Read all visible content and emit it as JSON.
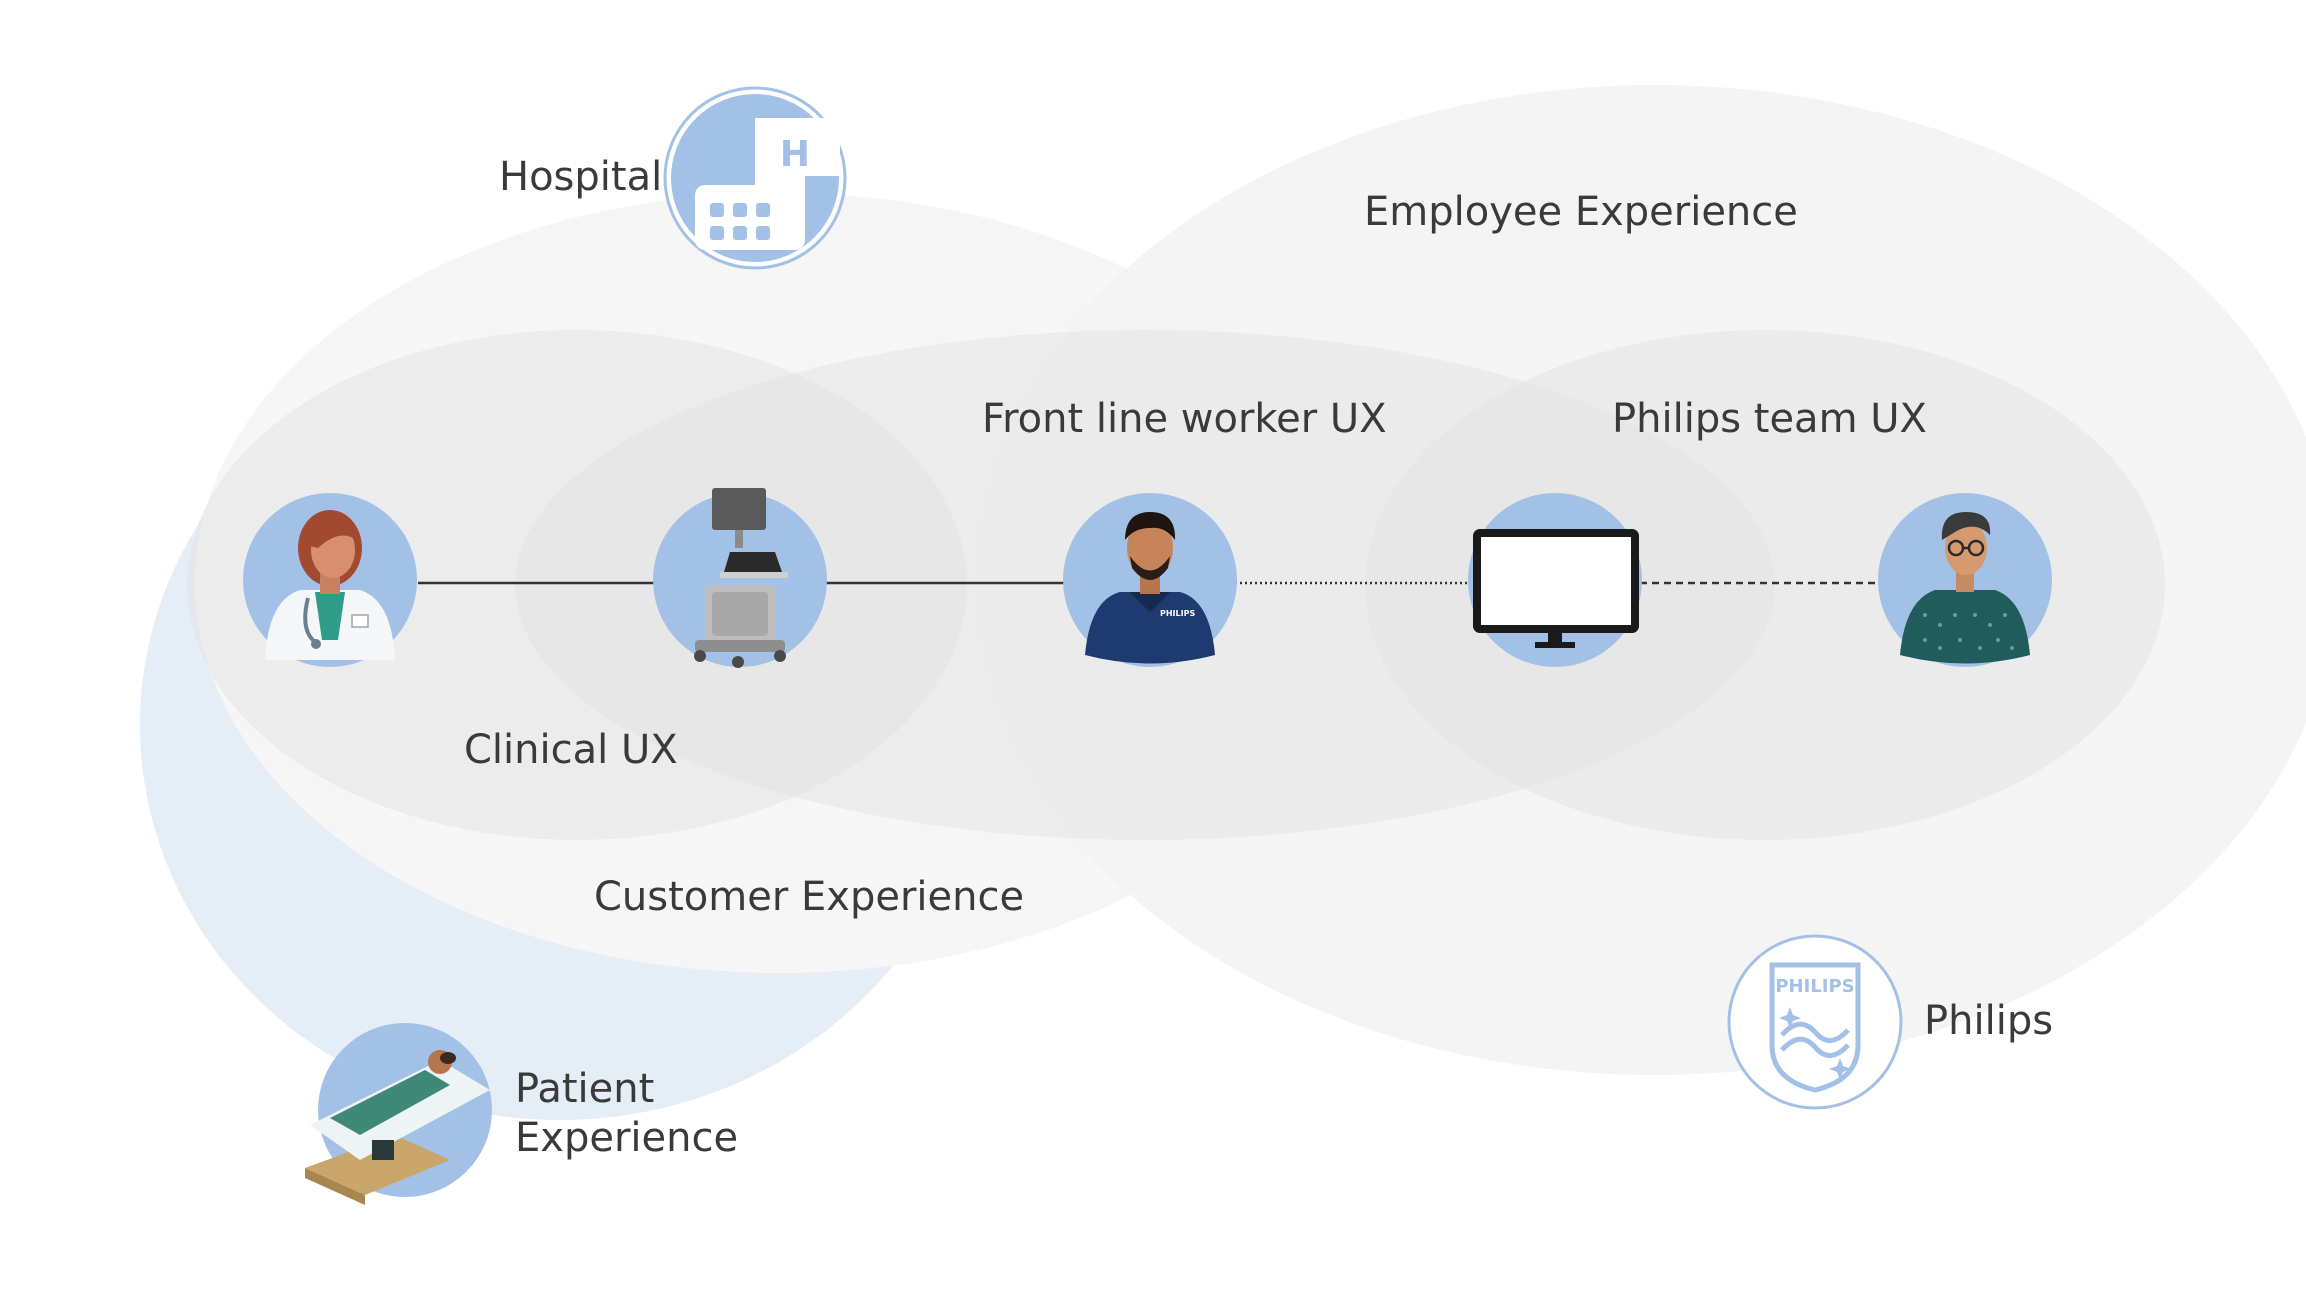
{
  "labels": {
    "hospital": "Hospital",
    "employee_experience": "Employee Experience",
    "front_line_worker_ux": "Front line worker UX",
    "philips_team_ux": "Philips team UX",
    "clinical_ux": "Clinical UX",
    "customer_experience": "Customer Experience",
    "patient_line1": "Patient",
    "patient_line2": "Experience",
    "philips": "Philips"
  },
  "logo_text": "PHILIPS",
  "shirt_logo": "PHILIPS",
  "hospital_sign": "H",
  "icons": [
    "doctor-icon",
    "ultrasound-machine-icon",
    "field-service-engineer-icon",
    "computer-monitor-icon",
    "philips-employee-icon",
    "hospital-building-icon",
    "patient-icon",
    "philips-shield-logo-icon"
  ],
  "colors": {
    "icon_circle": "#a3c0e6",
    "patient_blob": "#e5edf7",
    "grey_blob": "#ececec",
    "text": "#3a3a3a"
  },
  "connectors": [
    {
      "from": "doctor-icon",
      "to": "ultrasound-machine-icon",
      "style": "solid"
    },
    {
      "from": "ultrasound-machine-icon",
      "to": "field-service-engineer-icon",
      "style": "solid"
    },
    {
      "from": "field-service-engineer-icon",
      "to": "computer-monitor-icon",
      "style": "dotted"
    },
    {
      "from": "computer-monitor-icon",
      "to": "philips-employee-icon",
      "style": "dashed"
    }
  ]
}
